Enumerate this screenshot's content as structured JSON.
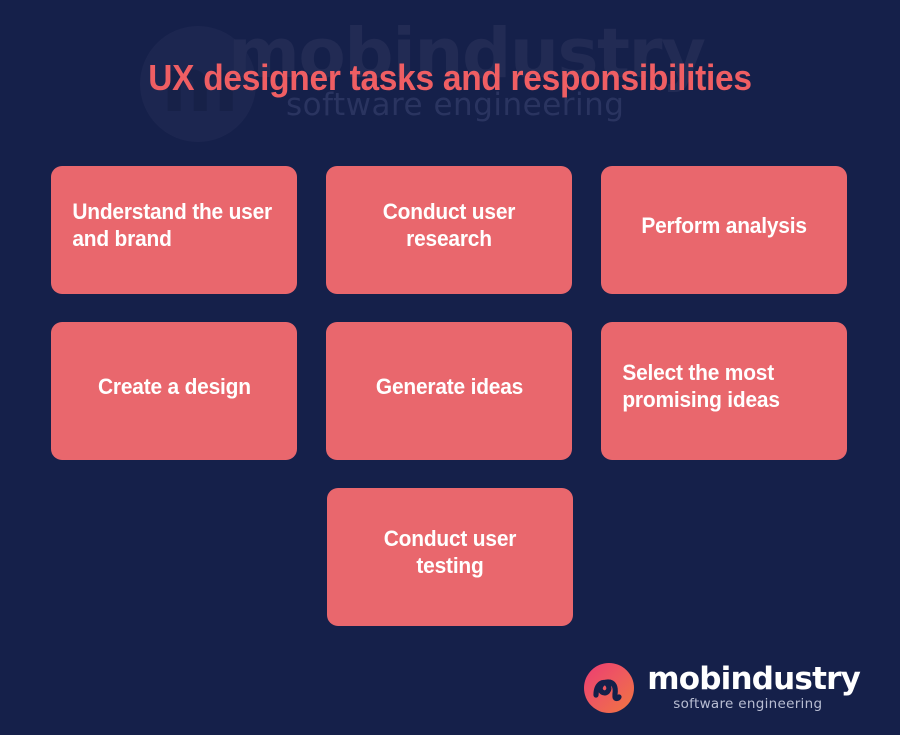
{
  "background_color": "#15204a",
  "accent_color": "#e9676d",
  "title_color": "#ef5e63",
  "header": {
    "title": "UX designer tasks and responsibilities"
  },
  "watermark": {
    "brand": "mobindustry",
    "tagline": "software engineering",
    "mark_glyph": "m",
    "mark_icon": "mobindustry-monogram-icon"
  },
  "cards": {
    "row1": [
      {
        "label": "Understand the user and brand"
      },
      {
        "label": "Conduct user research"
      },
      {
        "label": "Perform analysis"
      }
    ],
    "row2": [
      {
        "label": "Create a design"
      },
      {
        "label": "Generate ideas"
      },
      {
        "label": "Select the most promising ideas"
      }
    ],
    "row3": [
      {
        "label": "Conduct user testing"
      }
    ]
  },
  "footer": {
    "brand": "mobindustry",
    "tagline": "software engineering",
    "logo_icon": "mobindustry-logo-icon",
    "gradient_start": "#ec3d72",
    "gradient_end": "#f0763f"
  }
}
